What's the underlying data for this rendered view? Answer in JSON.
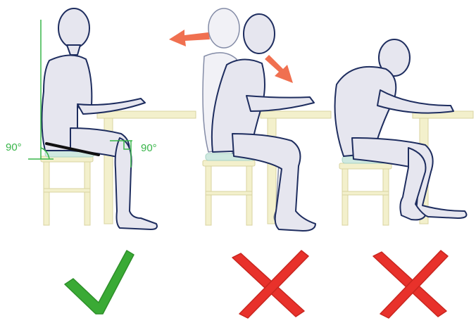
{
  "panels": [
    {
      "name": "correct-posture",
      "verdict": "correct",
      "angle_labels": [
        "90°",
        "90°"
      ]
    },
    {
      "name": "rocking-posture",
      "verdict": "incorrect"
    },
    {
      "name": "slouched-posture",
      "verdict": "incorrect"
    }
  ],
  "colors": {
    "figure_fill": "#e6e6ef",
    "figure_stroke": "#1e2d5f",
    "furniture": "#f3f0cc",
    "furniture_stroke": "#d8d3a0",
    "cushion": "#cfe9e0",
    "guide_green": "#39b54a",
    "arrow_orange": "#f07050",
    "check_green": "#3aaa35",
    "cross_red": "#e8312b",
    "thigh_line": "#111111"
  },
  "icons": {
    "verdict_correct": "check-mark-icon",
    "verdict_incorrect": "cross-mark-icon",
    "motion": "arrow-icon"
  }
}
